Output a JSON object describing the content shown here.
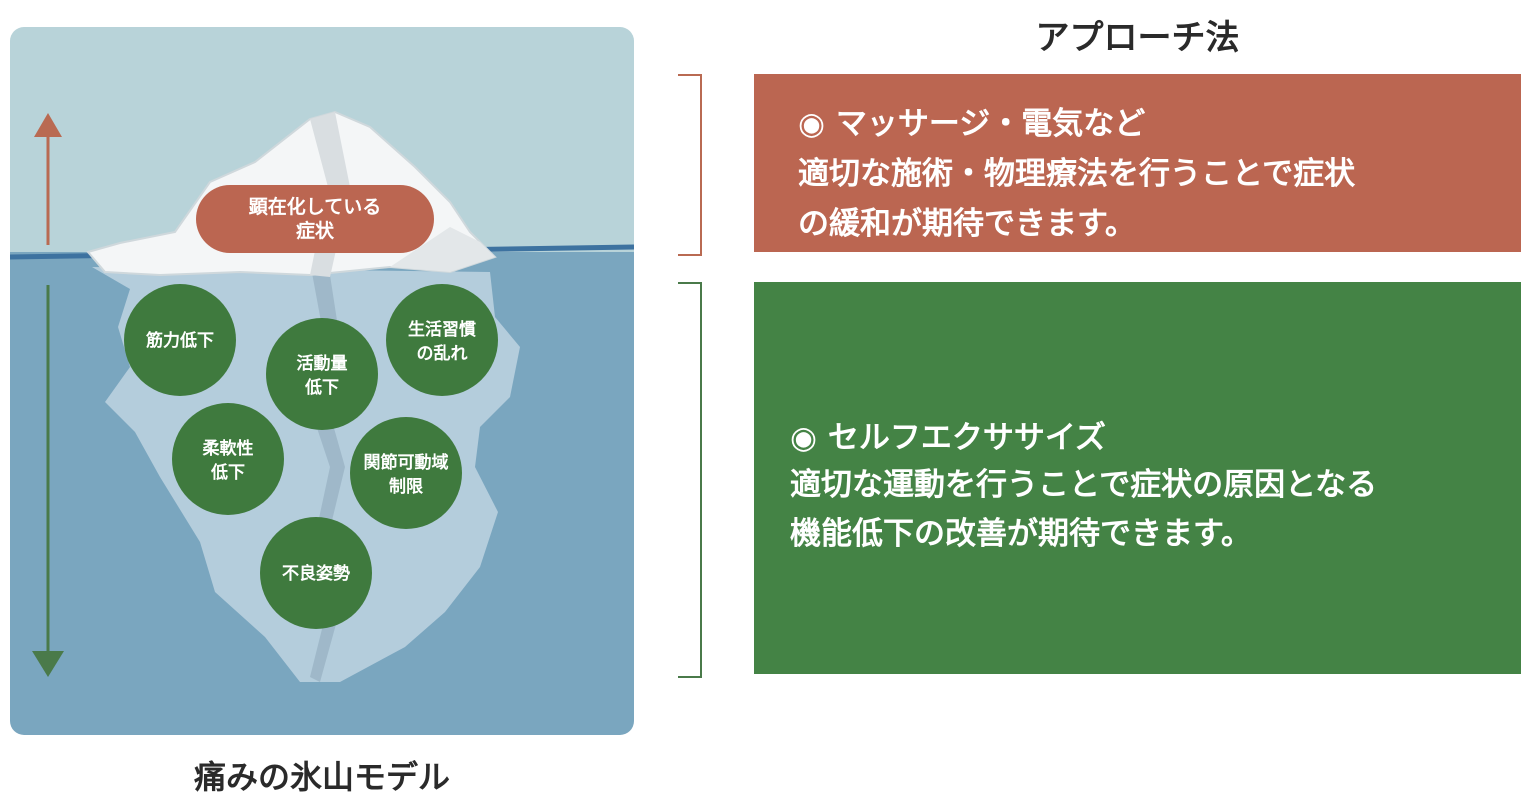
{
  "iceberg": {
    "visible_symptom": [
      "顕在化している",
      "症状"
    ],
    "hidden_causes": [
      {
        "lines": [
          "筋力低下"
        ]
      },
      {
        "lines": [
          "活動量",
          "低下"
        ]
      },
      {
        "lines": [
          "生活習慣",
          "の乱れ"
        ]
      },
      {
        "lines": [
          "柔軟性",
          "低下"
        ]
      },
      {
        "lines": [
          "関節可動域",
          "制限"
        ]
      },
      {
        "lines": [
          "不良姿勢"
        ]
      }
    ]
  },
  "model_title": "痛みの氷山モデル",
  "approach": {
    "title": "アプローチ法",
    "massage": {
      "heading": "◉ マッサージ・電気など",
      "line1": "適切な施術・物理療法を行うことで症状",
      "line2": "の緩和が期待できます。"
    },
    "exercise": {
      "heading": "◉ セルフエクササイズ",
      "line1": "適切な運動を行うことで症状の原因となる",
      "line2": "機能低下の改善が期待できます。"
    }
  },
  "colors": {
    "sky": "#b8d3d9",
    "water": "#7aa6bf",
    "waterline": "#3d72a0",
    "iceberg_under": "#b7cfdd",
    "massage": "#bb6651",
    "exercise": "#448345",
    "up_arrow": "#b96a52",
    "down_arrow": "#4a7a4a"
  }
}
